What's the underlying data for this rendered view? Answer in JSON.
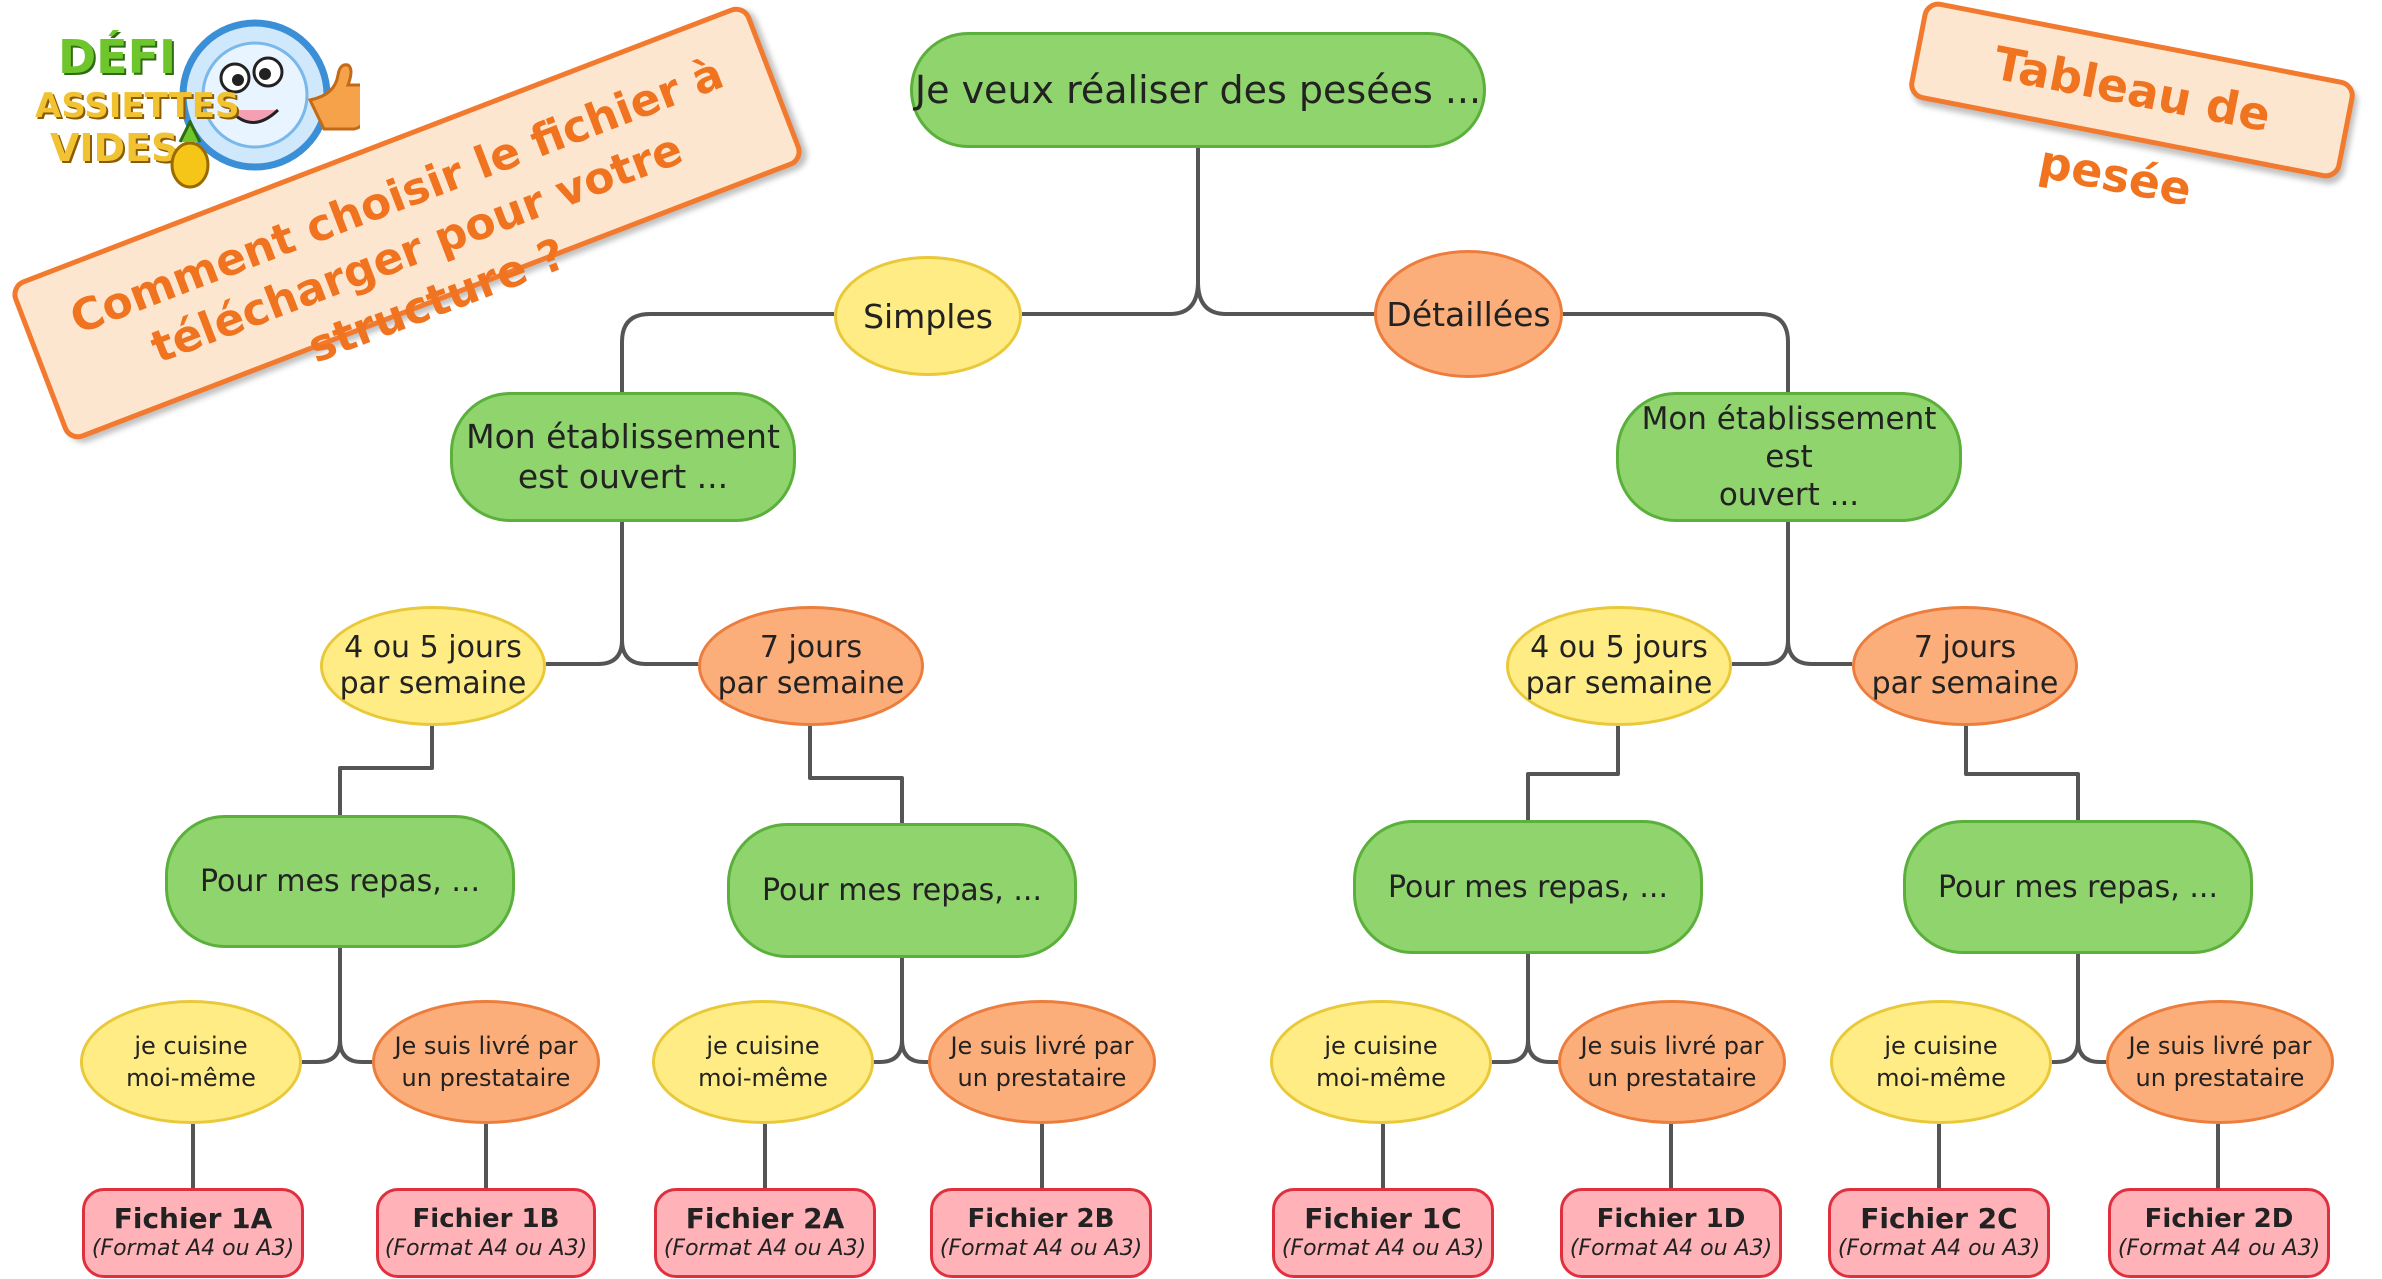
{
  "logo": {
    "line1": "DÉFI",
    "line2": "ASSIETTES",
    "line3": "VIDES"
  },
  "banner_left": {
    "line1": "Comment choisir le fichier à",
    "line2": "télécharger pour votre structure ?"
  },
  "banner_right": {
    "text": "Tableau de pesée"
  },
  "root": {
    "text": "Je veux réaliser des pesées ..."
  },
  "simples": {
    "text": "Simples"
  },
  "detaillees": {
    "text": "Détaillées"
  },
  "open_left": {
    "line1": "Mon établissement",
    "line2": "est ouvert ..."
  },
  "open_right": {
    "line1": "Mon établissement est",
    "line2": "ouvert ..."
  },
  "days": [
    {
      "line1": "4 ou 5 jours",
      "line2": "par semaine"
    },
    {
      "line1": "7 jours",
      "line2": "par semaine"
    },
    {
      "line1": "4 ou 5 jours",
      "line2": "par semaine"
    },
    {
      "line1": "7 jours",
      "line2": "par semaine"
    }
  ],
  "meals": [
    {
      "text": "Pour mes repas, ..."
    },
    {
      "text": "Pour mes repas, ..."
    },
    {
      "text": "Pour mes repas, ..."
    },
    {
      "text": "Pour mes repas, ..."
    }
  ],
  "modes": [
    {
      "line1": "je cuisine",
      "line2": "moi-même"
    },
    {
      "line1": "Je suis livré par",
      "line2": "un prestataire"
    },
    {
      "line1": "je cuisine",
      "line2": "moi-même"
    },
    {
      "line1": "Je suis livré par",
      "line2": "un prestataire"
    },
    {
      "line1": "je cuisine",
      "line2": "moi-même"
    },
    {
      "line1": "Je suis livré par",
      "line2": "un prestataire"
    },
    {
      "line1": "je cuisine",
      "line2": "moi-même"
    },
    {
      "line1": "Je suis livré par",
      "line2": "un prestataire"
    }
  ],
  "files": [
    {
      "title": "Fichier 1A",
      "sub": "(Format A4 ou A3)"
    },
    {
      "title": "Fichier 1B",
      "sub": "(Format A4 ou A3)"
    },
    {
      "title": "Fichier 2A",
      "sub": "(Format A4 ou A3)"
    },
    {
      "title": "Fichier 2B",
      "sub": "(Format A4 ou A3)"
    },
    {
      "title": "Fichier 1C",
      "sub": "(Format A4 ou A3)"
    },
    {
      "title": "Fichier 1D",
      "sub": "(Format A4 ou A3)"
    },
    {
      "title": "Fichier 2C",
      "sub": "(Format A4 ou A3)"
    },
    {
      "title": "Fichier 2D",
      "sub": "(Format A4 ou A3)"
    }
  ],
  "colors": {
    "green": "#8fd46d",
    "yellow": "#ffec85",
    "orange": "#fcae7a",
    "file": "#ffb3b8",
    "accent": "#f27a2e",
    "line": "#555555"
  }
}
